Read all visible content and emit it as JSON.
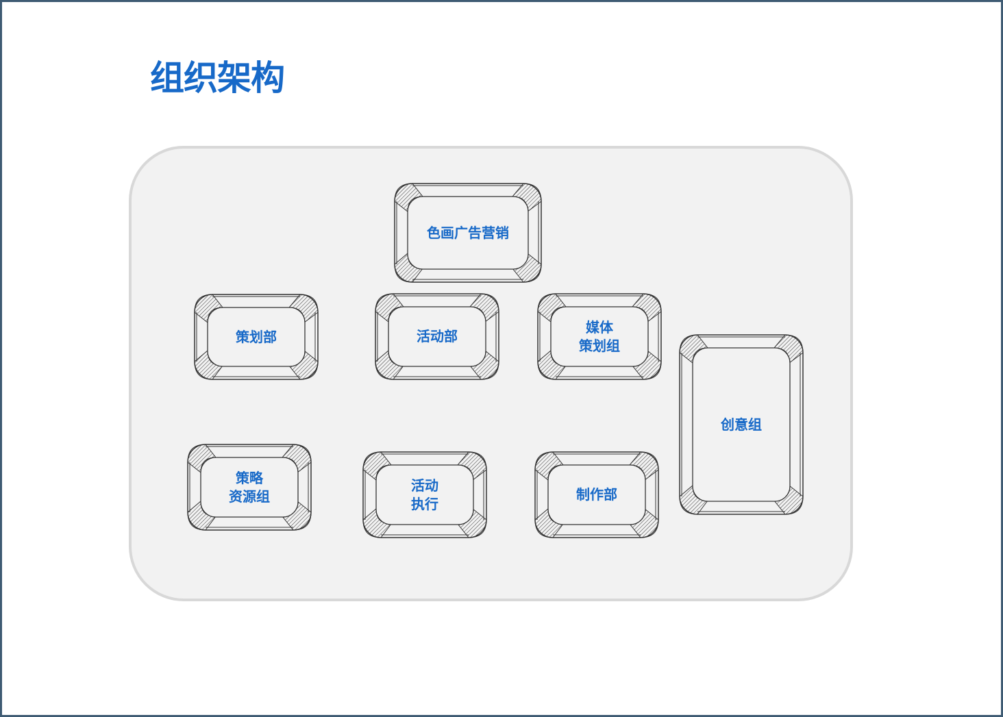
{
  "title": "组织架构",
  "nodes": [
    {
      "id": "root",
      "label": "色画广告营销"
    },
    {
      "id": "planning",
      "label": "策划部"
    },
    {
      "id": "events",
      "label": "活动部"
    },
    {
      "id": "media",
      "label": "媒体\n策划组"
    },
    {
      "id": "creative",
      "label": "创意组"
    },
    {
      "id": "strategy",
      "label": "策略\n资源组"
    },
    {
      "id": "execution",
      "label": "活动\n执行"
    },
    {
      "id": "production",
      "label": "制作部"
    }
  ]
}
